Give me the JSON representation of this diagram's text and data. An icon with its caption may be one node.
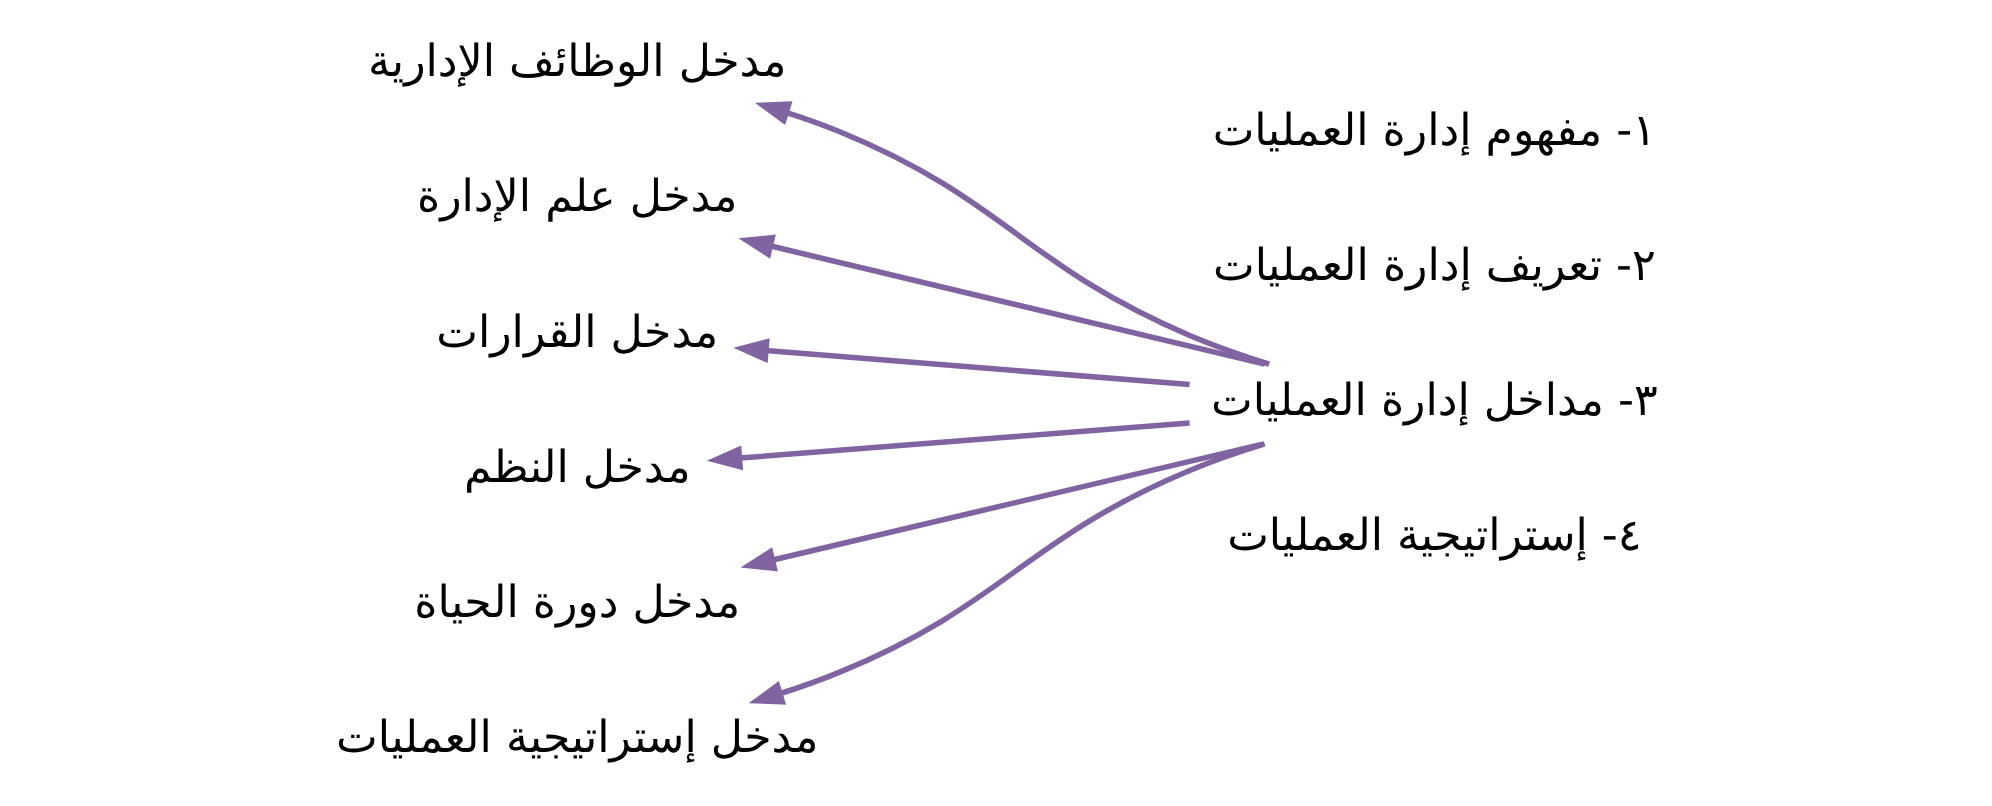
{
  "diagram": {
    "nodes": [
      {
        "text": [
          "١- مفهوم إدارة العمليات"
        ]
      },
      {
        "text": [
          "٢- تعريف إدارة العمليات"
        ]
      },
      {
        "text": [
          "٣- مداخل إدارة العمليات"
        ]
      },
      {
        "text": [
          "٤- إستراتيجية العمليات"
        ]
      },
      {
        "text": [
          "مدخل الوظائف الإدارية"
        ]
      },
      {
        "text": [
          "مدخل علم الإدارة"
        ]
      },
      {
        "text": [
          "مدخل القرارات"
        ]
      },
      {
        "text": [
          "مدخل النظم"
        ]
      },
      {
        "text": [
          "مدخل دورة الحياة"
        ]
      },
      {
        "text": [
          "مدخل إستراتيجية العمليات"
        ]
      }
    ],
    "edges": [
      {
        "from": 2,
        "to": 4,
        "arrow": "to"
      },
      {
        "from": 2,
        "to": 5,
        "arrow": "to"
      },
      {
        "from": 2,
        "to": 6,
        "arrow": "to"
      },
      {
        "from": 2,
        "to": 7,
        "arrow": "to"
      },
      {
        "from": 2,
        "to": 8,
        "arrow": "to"
      },
      {
        "from": 2,
        "to": 9,
        "arrow": "to"
      }
    ]
  }
}
